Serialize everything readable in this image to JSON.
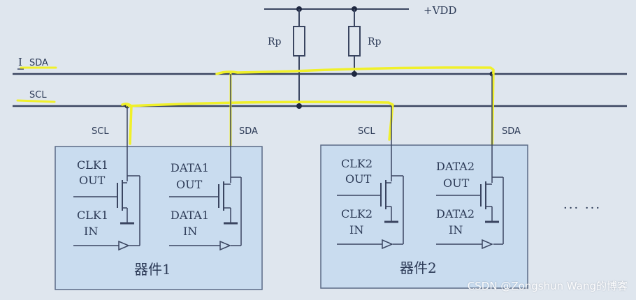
{
  "supply": {
    "label": "+VDD"
  },
  "resistors": [
    {
      "label": "Rp"
    },
    {
      "label": "Rp"
    }
  ],
  "bus": {
    "sda_label": "SDA",
    "sda_marker": "I",
    "scl_label": "SCL"
  },
  "devices": [
    {
      "name": "器件1",
      "scl_pin": "SCL",
      "sda_pin": "SDA",
      "clk_out": [
        "CLK1",
        "OUT"
      ],
      "clk_in": [
        "CLK1",
        "IN"
      ],
      "data_out": [
        "DATA1",
        "OUT"
      ],
      "data_in": [
        "DATA1",
        "IN"
      ]
    },
    {
      "name": "器件2",
      "scl_pin": "SCL",
      "sda_pin": "SDA",
      "clk_out": [
        "CLK2",
        "OUT"
      ],
      "clk_in": [
        "CLK2",
        "IN"
      ],
      "data_out": [
        "DATA2",
        "OUT"
      ],
      "data_in": [
        "DATA2",
        "IN"
      ]
    }
  ],
  "ellipsis": "··· ···",
  "watermark": "CSDN @Zongshun Wang的博客",
  "colors": {
    "background": "#dfe6ee",
    "wire": "#3a4560",
    "highlight": "#f0f02a",
    "box": "#c9dcef"
  }
}
